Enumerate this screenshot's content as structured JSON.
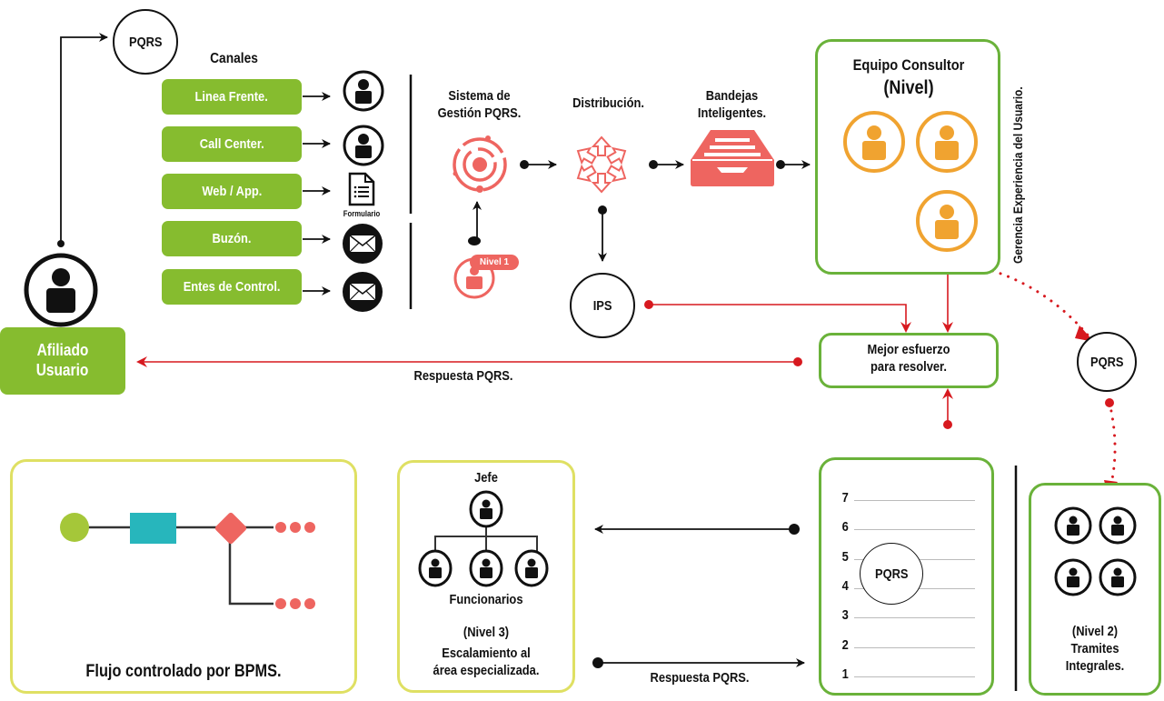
{
  "colors": {
    "green": "#86bc2f",
    "box_green": "#6ab23a",
    "yellow_border": "#dfe063",
    "coral": "#ee6560",
    "red_line": "#d7191f",
    "orange": "#f0a330",
    "teal": "#27b6bc",
    "lime": "#a5c739",
    "black": "#111111"
  },
  "top": {
    "pqrs_circle": "PQRS",
    "canales_title": "Canales"
  },
  "channels": [
    {
      "label": "Linea Frente.",
      "icon": "person-icon"
    },
    {
      "label": "Call Center.",
      "icon": "person-icon"
    },
    {
      "label": "Web / App.",
      "icon": "form-document-icon",
      "caption": "Formulario"
    },
    {
      "label": "Buzón.",
      "icon": "envelope-icon"
    },
    {
      "label": "Entes de Control.",
      "icon": "envelope-icon"
    }
  ],
  "user": {
    "label_line1": "Afiliado",
    "label_line2": "Usuario"
  },
  "process": {
    "sistema_line1": "Sistema de",
    "sistema_line2": "Gestión PQRS.",
    "distribucion": "Distribución.",
    "bandejas_line1": "Bandejas",
    "bandejas_line2": "Inteligentes.",
    "nivel1_badge": "Nivel 1",
    "ips": "IPS"
  },
  "consultor": {
    "title": "Equipo Consultor",
    "subtitle": "(Nivel)",
    "side_label": "Gerencia Experiencia del Usuario."
  },
  "mejor_esfuerzo": {
    "line1": "Mejor esfuerzo",
    "line2": "para resolver."
  },
  "respuesta_top": "Respuesta PQRS.",
  "pqrs_right": "PQRS",
  "bpms": {
    "caption": "Flujo controlado por BPMS."
  },
  "nivel3": {
    "jefe": "Jefe",
    "funcionarios": "Funcionarios",
    "nivel": "(Nivel 3)",
    "desc_line1": "Escalamiento al",
    "desc_line2": "área especializada."
  },
  "respuesta_bottom": "Respuesta PQRS.",
  "levels": {
    "numbers": [
      "7",
      "6",
      "5",
      "4",
      "3",
      "2",
      "1"
    ],
    "pqrs": "PQRS"
  },
  "nivel2": {
    "nivel": "(Nivel 2)",
    "desc_line1": "Tramites",
    "desc_line2": "Integrales."
  }
}
